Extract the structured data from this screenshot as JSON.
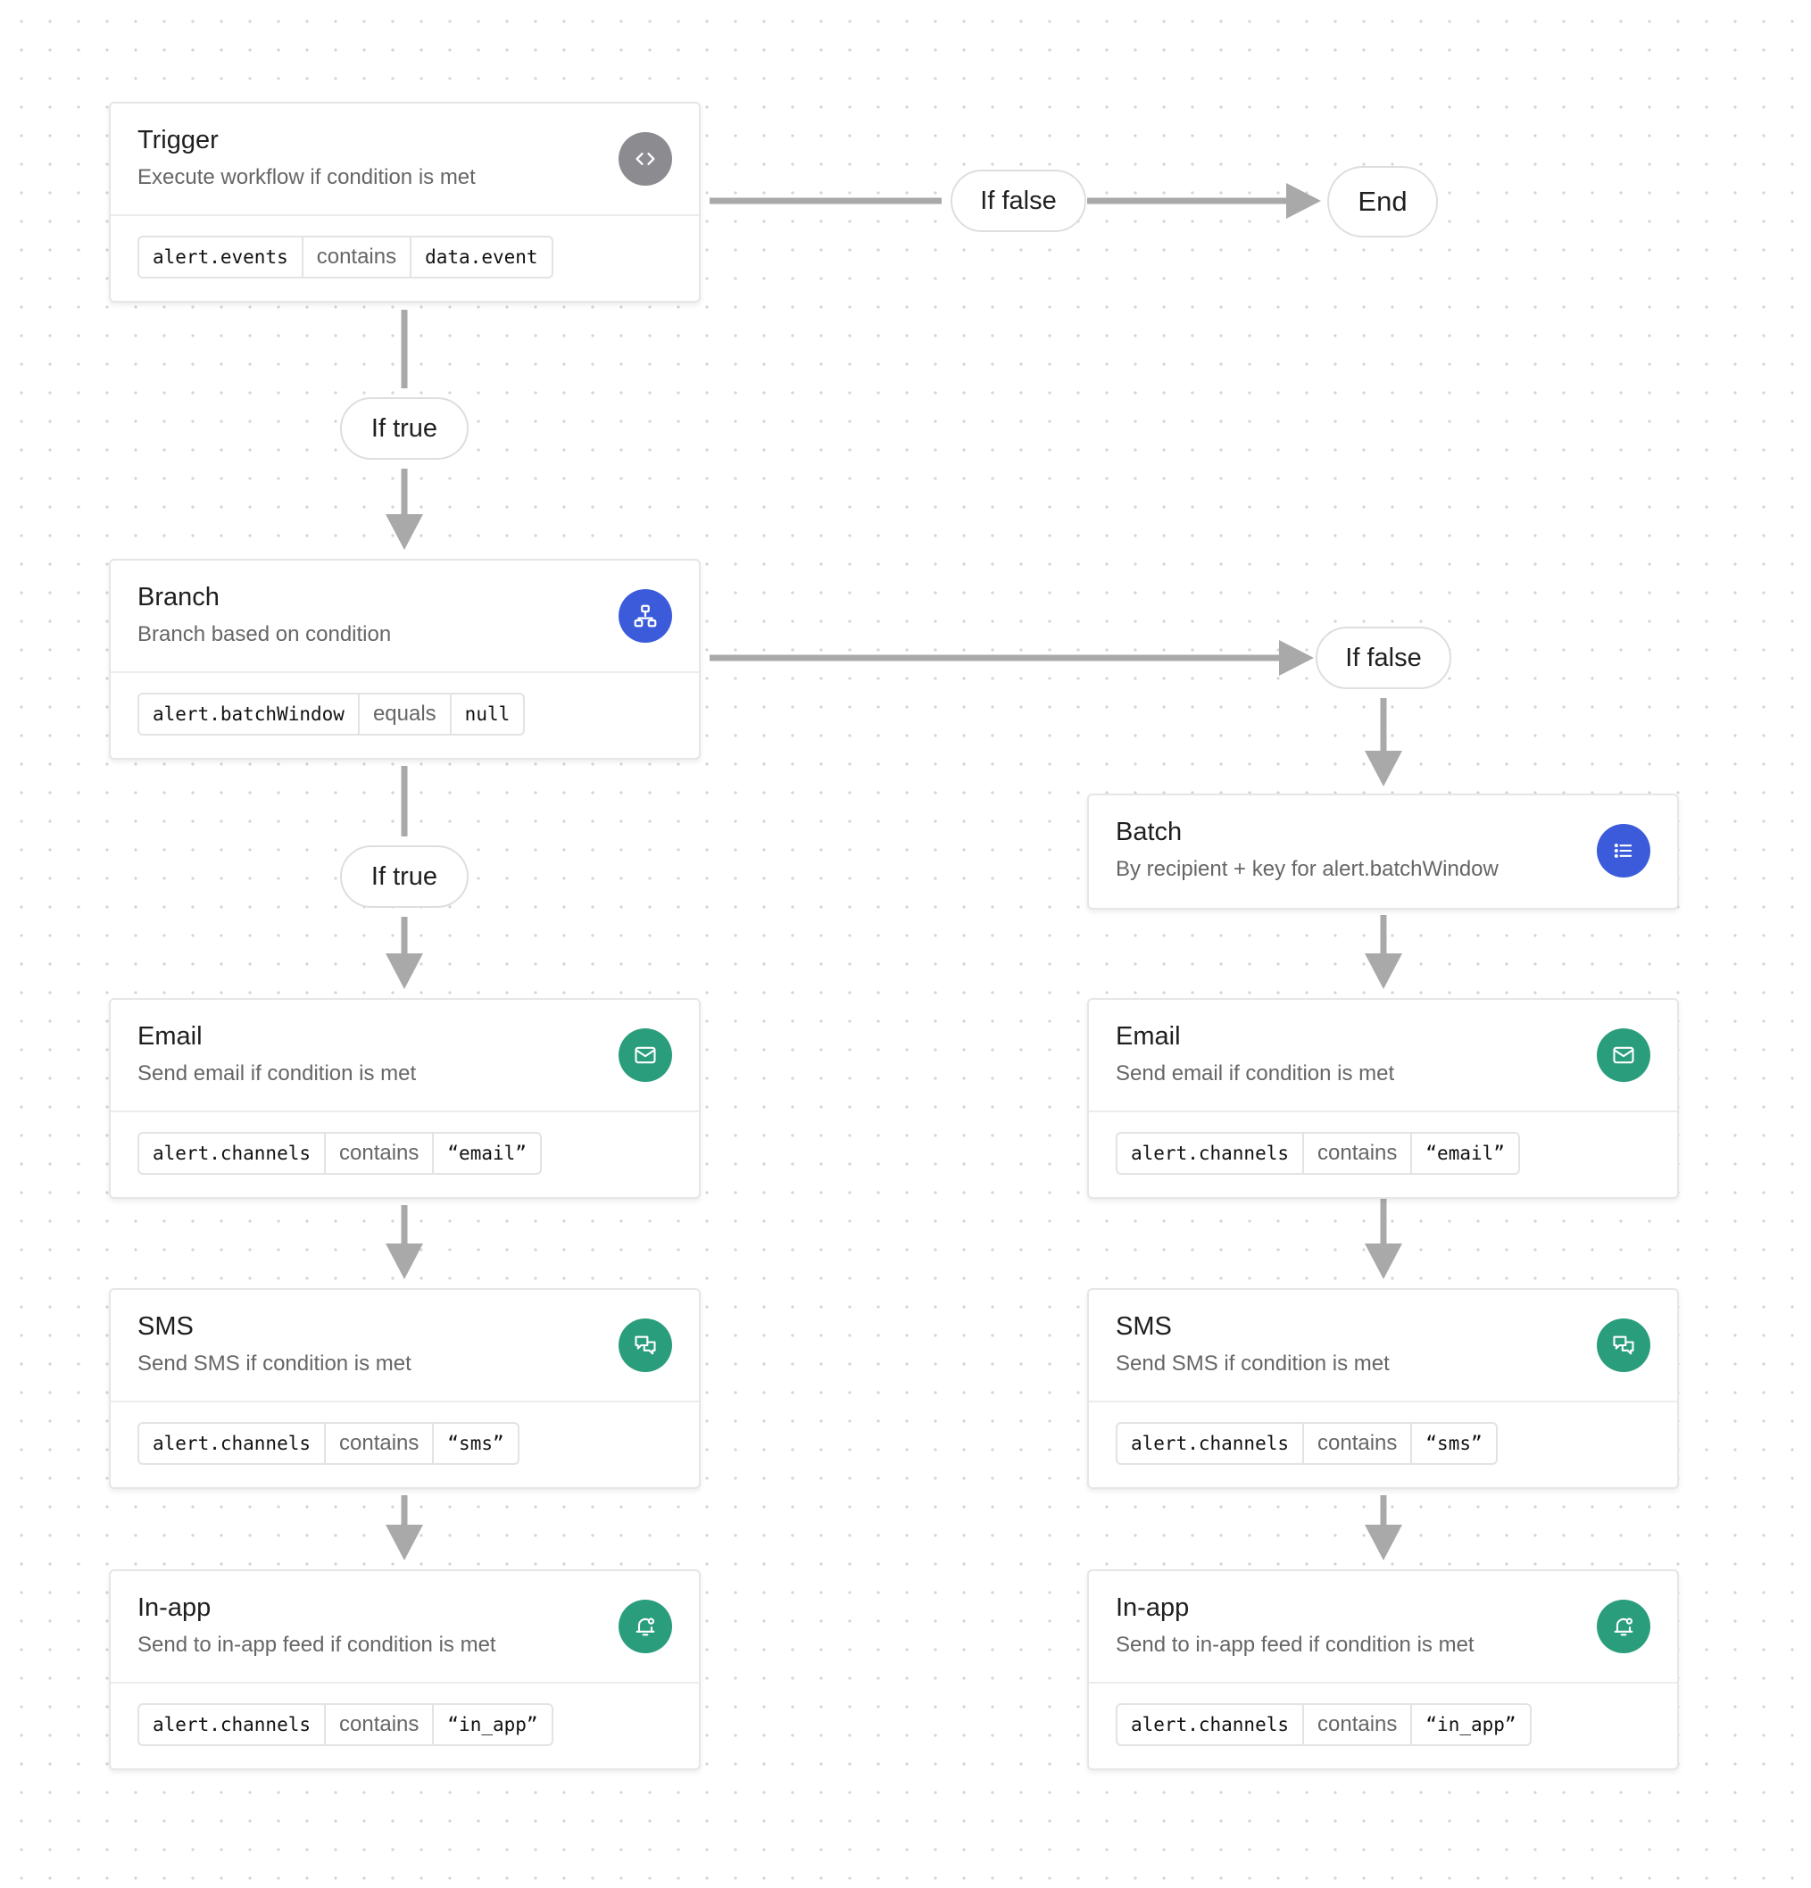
{
  "trigger": {
    "title": "Trigger",
    "desc": "Execute workflow if condition is met",
    "icon": "code-icon",
    "icon_color": "#8b8b90",
    "condition": [
      "alert.events",
      "contains",
      "data.event"
    ]
  },
  "branch": {
    "title": "Branch",
    "desc": "Branch based on condition",
    "icon": "branch-icon",
    "icon_color": "#3b5bdb",
    "condition": [
      "alert.batchWindow",
      "equals",
      "null"
    ]
  },
  "batch": {
    "title": "Batch",
    "desc": "By recipient + key for alert.batchWindow",
    "icon": "list-icon",
    "icon_color": "#3b5bdb"
  },
  "left": {
    "email": {
      "title": "Email",
      "desc": "Send email if condition is met",
      "condition": [
        "alert.channels",
        "contains",
        "“email”"
      ]
    },
    "sms": {
      "title": "SMS",
      "desc": "Send SMS if condition is met",
      "condition": [
        "alert.channels",
        "contains",
        "“sms”"
      ]
    },
    "inapp": {
      "title": "In-app",
      "desc": "Send to in-app feed if condition is met",
      "condition": [
        "alert.channels",
        "contains",
        "“in_app”"
      ]
    }
  },
  "right": {
    "email": {
      "title": "Email",
      "desc": "Send email if condition is met",
      "condition": [
        "alert.channels",
        "contains",
        "“email”"
      ]
    },
    "sms": {
      "title": "SMS",
      "desc": "Send SMS if condition is met",
      "condition": [
        "alert.channels",
        "contains",
        "“sms”"
      ]
    },
    "inapp": {
      "title": "In-app",
      "desc": "Send to in-app feed if condition is met",
      "condition": [
        "alert.channels",
        "contains",
        "“in_app”"
      ]
    }
  },
  "channel_icon_color": "#2a9d7c",
  "labels": {
    "if_true_1": "If true",
    "if_true_2": "If true",
    "if_false_1": "If false",
    "if_false_2": "If false",
    "end": "End"
  },
  "colors": {
    "connector": "#a9a9a9",
    "card_border": "#e6e6e6"
  }
}
